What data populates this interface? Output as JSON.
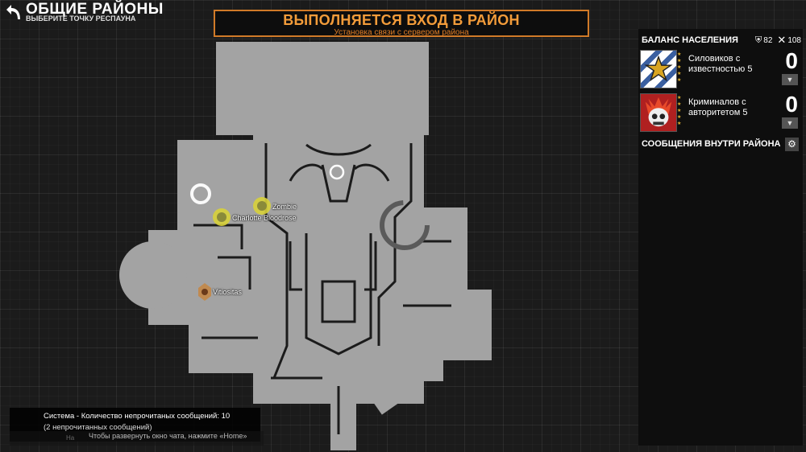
{
  "header": {
    "title": "ОБЩИЕ РАЙОНЫ",
    "subtitle": "ВЫБЕРИТЕ ТОЧКУ РЕСПАУНА"
  },
  "banner": {
    "title": "ВЫПОЛНЯЕТСЯ ВХОД В РАЙОН",
    "subtitle": "Установка связи с сервером района"
  },
  "map": {
    "markers": [
      {
        "label": "Zombie"
      },
      {
        "label": "Charlotte Bloodrose"
      },
      {
        "label": "Vitiositas"
      }
    ]
  },
  "panel": {
    "population_title": "БАЛАНС НАСЕЛЕНИЯ",
    "enforcer_count": "82",
    "criminal_count": "108",
    "factions": [
      {
        "label": "Силовиков с известностью 5",
        "count": "0",
        "icon": "enforcer-badge-icon"
      },
      {
        "label": "Криминалов с авторитетом 5",
        "count": "0",
        "icon": "criminal-skull-icon"
      }
    ],
    "messages_title": "СООБЩЕНИЯ ВНУТРИ РАЙОНА"
  },
  "chat": {
    "line1": "Система - Количество непрочитаных сообщений: 10",
    "line2": "(2 непрочитанных сообщений)",
    "input_ghost": "На",
    "hint": "Чтобы развернуть окно чата, нажмите «Home»"
  },
  "colors": {
    "accent": "#f39c3a",
    "map_fill": "#a3a3a3",
    "marker_yellow": "#d8d23a"
  }
}
